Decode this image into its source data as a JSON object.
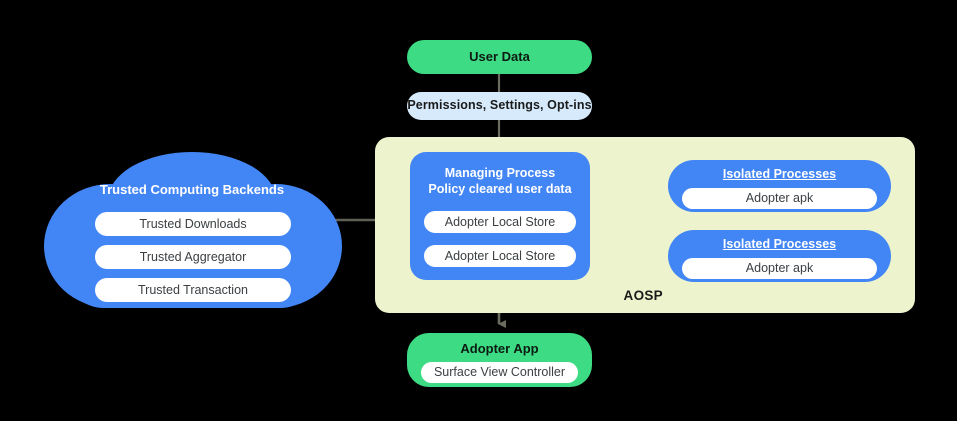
{
  "diagram": {
    "background_color": "#000000",
    "colors": {
      "green": "#3DDC84",
      "blue": "#4285F4",
      "pale_yellow": "#EDF4CD",
      "light_blue": "#D7EAFB",
      "connector": "#6b6b60",
      "white": "#FFFFFF"
    }
  },
  "user_data": {
    "title": "User Data"
  },
  "permissions": {
    "title": "Permissions,  Settings, Opt-ins"
  },
  "aosp": {
    "label": "AOSP"
  },
  "managing_process": {
    "title_line1": "Managing Process",
    "title_line2": "Policy cleared user data",
    "items": [
      {
        "label": "Adopter Local Store"
      },
      {
        "label": "Adopter Local Store"
      }
    ]
  },
  "isolated_processes": [
    {
      "title": "Isolated Processes",
      "items": [
        {
          "label": "Adopter apk"
        }
      ]
    },
    {
      "title": "Isolated Processes",
      "items": [
        {
          "label": "Adopter apk"
        }
      ]
    }
  ],
  "cloud": {
    "title": "Trusted Computing Backends",
    "items": [
      {
        "label": "Trusted Downloads"
      },
      {
        "label": "Trusted Aggregator"
      },
      {
        "label": "Trusted Transaction"
      }
    ]
  },
  "adopter_app": {
    "title": "Adopter App",
    "items": [
      {
        "label": "Surface View Controller"
      }
    ]
  }
}
